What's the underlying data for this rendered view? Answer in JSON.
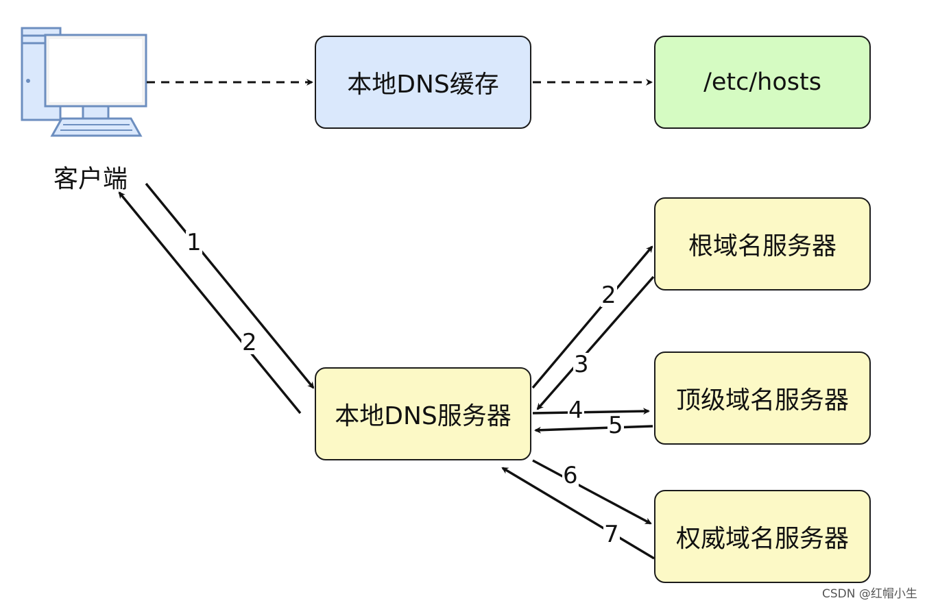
{
  "client": {
    "label": "客户端",
    "icon": "desktop-computer-icon"
  },
  "nodes": {
    "cache": "本地DNS缓存",
    "hosts": "/etc/hosts",
    "local_server": "本地DNS服务器",
    "root_server": "根域名服务器",
    "tld_server": "顶级域名服务器",
    "auth_server": "权威域名服务器"
  },
  "steps": {
    "client_to_local": "1",
    "local_to_client": "2",
    "local_to_root": "2",
    "root_to_local": "3",
    "local_to_tld": "4",
    "tld_to_local": "5",
    "local_to_auth": "6",
    "auth_to_local": "7"
  },
  "watermark": "CSDN @红帽小生",
  "colors": {
    "cache_fill": "#dae8fc",
    "hosts_fill": "#d5fbc2",
    "server_fill": "#fcf9c6",
    "computer_blue": "#6c8ebf",
    "line": "#111111"
  }
}
